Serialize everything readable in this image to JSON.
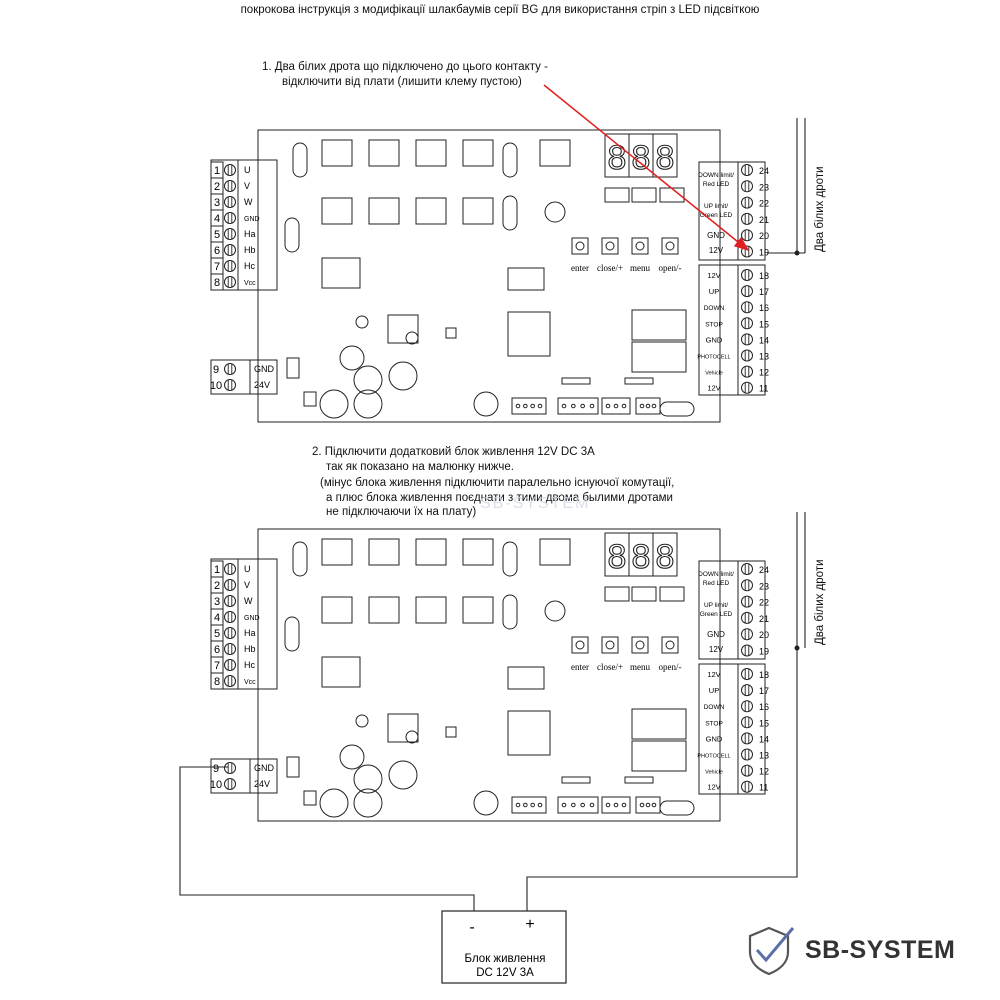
{
  "header": {
    "title": "покрокова інструкція з  модифікації шлакбаумів серії BG для використання стріп з LED підсвіткою"
  },
  "step1": {
    "line1": "1. Два білих дрота що підключено до цього контакту -",
    "line2": "відключити від плати (лишити клему пустою)"
  },
  "step2": {
    "line1": "2. Підключити додатковий блок живлення 12V DC 3A",
    "line2": "так як показано на малюнку нижче.",
    "line3": "(мінус блока живлення підключити паралельно існуючої комутації,",
    "line4": "а плюс блока живлення поєднати з тими двома былими дротами",
    "line5": "не підключаючи їх на плату)"
  },
  "board": {
    "display": "888",
    "left_terminals": [
      {
        "num": "1",
        "label": "U"
      },
      {
        "num": "2",
        "label": "V"
      },
      {
        "num": "3",
        "label": "W"
      },
      {
        "num": "4",
        "label": "GND"
      },
      {
        "num": "5",
        "label": "Ha"
      },
      {
        "num": "6",
        "label": "Hb"
      },
      {
        "num": "7",
        "label": "Hc"
      },
      {
        "num": "8",
        "label": "Vcc"
      }
    ],
    "power_terminals": [
      {
        "num": "9",
        "label": "GND"
      },
      {
        "num": "10",
        "label": "24V"
      }
    ],
    "buttons": [
      "enter",
      "close/+",
      "menu",
      "open/-"
    ],
    "right_top_labels": {
      "down_line1": "DOWN limit/",
      "down_line2": "Red LED",
      "up_line1": "UP limit/",
      "up_line2": "Green LED",
      "gnd": "GND",
      "v12": "12V"
    },
    "right_top_numbers": [
      "24",
      "23",
      "22",
      "21",
      "20",
      "19"
    ],
    "right_bottom_labels": [
      "12V",
      "UP",
      "DOWN",
      "STOP",
      "GND",
      "PHOTOCELL",
      "Vehicle",
      "12V"
    ],
    "right_bottom_numbers": [
      "18",
      "17",
      "16",
      "15",
      "14",
      "13",
      "12",
      "11"
    ]
  },
  "wires_label": "Два білих дроти",
  "psu": {
    "minus": "-",
    "plus": "+",
    "label_line1": "Блок живлення",
    "label_line2": "DC 12V  3A"
  },
  "watermark": "SB-SYSTEM",
  "logo": {
    "text": "SB-SYSTEM"
  },
  "colors": {
    "arrow": "#e02020",
    "lines": "#222222",
    "logo_text": "#333333",
    "logo_shield": "#555555"
  }
}
